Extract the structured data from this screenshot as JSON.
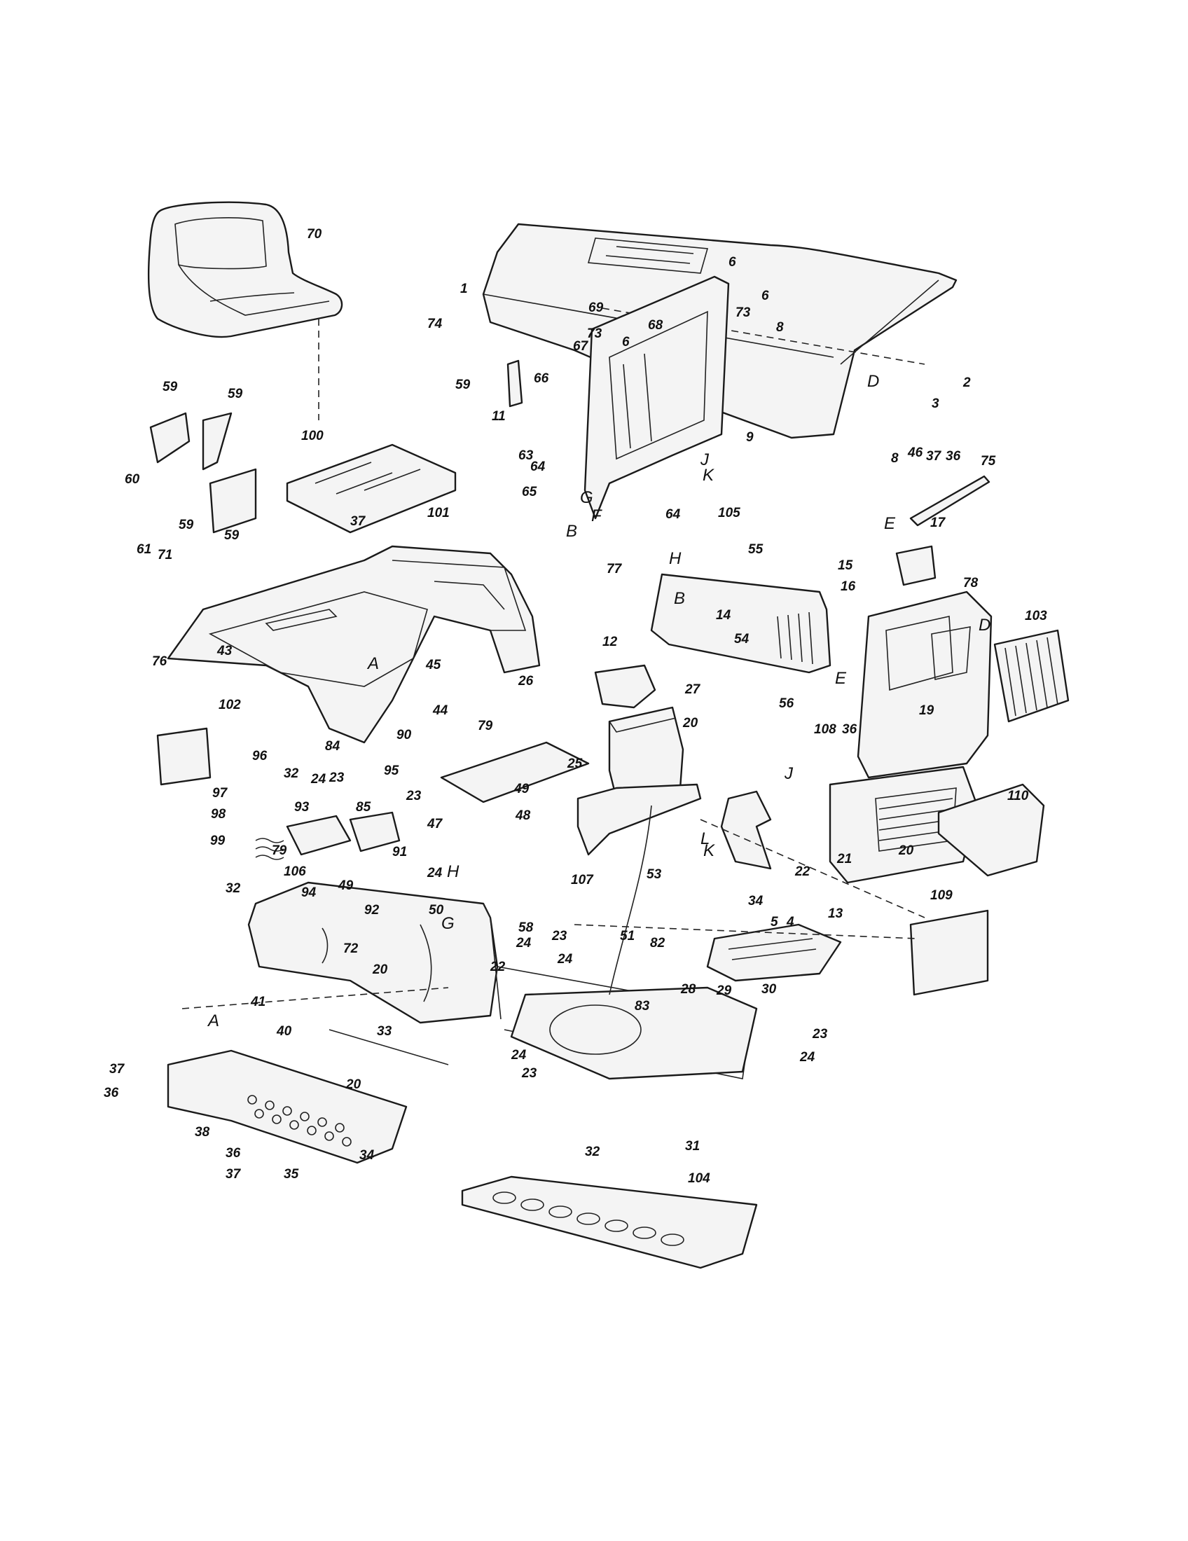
{
  "diagram": {
    "callouts": [
      {
        "id": "c1",
        "text": "70"
      },
      {
        "id": "c2",
        "text": "1"
      },
      {
        "id": "c3",
        "text": "6"
      },
      {
        "id": "c4",
        "text": "69"
      },
      {
        "id": "c5",
        "text": "73"
      },
      {
        "id": "c6",
        "text": "73"
      },
      {
        "id": "c7",
        "text": "6"
      },
      {
        "id": "c8",
        "text": "68"
      },
      {
        "id": "c9",
        "text": "74"
      },
      {
        "id": "c10",
        "text": "6"
      },
      {
        "id": "c11",
        "text": "8"
      },
      {
        "id": "c12",
        "text": "D"
      },
      {
        "id": "c13",
        "text": "3"
      },
      {
        "id": "c14",
        "text": "2"
      },
      {
        "id": "c15",
        "text": "67"
      },
      {
        "id": "c16",
        "text": "59"
      },
      {
        "id": "c17",
        "text": "66"
      },
      {
        "id": "c18",
        "text": "9"
      },
      {
        "id": "c19",
        "text": "59"
      },
      {
        "id": "c20",
        "text": "59"
      },
      {
        "id": "c21",
        "text": "60"
      },
      {
        "id": "c22",
        "text": "59"
      },
      {
        "id": "c23",
        "text": "59"
      },
      {
        "id": "c24",
        "text": "63"
      },
      {
        "id": "c25",
        "text": "64"
      },
      {
        "id": "c26",
        "text": "65"
      },
      {
        "id": "c27",
        "text": "G"
      },
      {
        "id": "c28",
        "text": "B"
      },
      {
        "id": "c29",
        "text": "F"
      },
      {
        "id": "c30",
        "text": "J"
      },
      {
        "id": "c31",
        "text": "K"
      },
      {
        "id": "c32",
        "text": "64"
      },
      {
        "id": "c33",
        "text": "105"
      },
      {
        "id": "c34",
        "text": "100"
      },
      {
        "id": "c35",
        "text": "101"
      },
      {
        "id": "c36",
        "text": "11"
      },
      {
        "id": "c37",
        "text": "37"
      },
      {
        "id": "c38",
        "text": "8"
      },
      {
        "id": "c39",
        "text": "46"
      },
      {
        "id": "c40",
        "text": "37"
      },
      {
        "id": "c41",
        "text": "36"
      },
      {
        "id": "c42",
        "text": "75"
      },
      {
        "id": "c43",
        "text": "E"
      },
      {
        "id": "c44",
        "text": "61"
      },
      {
        "id": "c45",
        "text": "71"
      },
      {
        "id": "c46",
        "text": "76"
      },
      {
        "id": "c47",
        "text": "43"
      },
      {
        "id": "c48",
        "text": "A"
      },
      {
        "id": "c49",
        "text": "45"
      },
      {
        "id": "c50",
        "text": "77"
      },
      {
        "id": "c51",
        "text": "H"
      },
      {
        "id": "c52",
        "text": "55"
      },
      {
        "id": "c53",
        "text": "B"
      },
      {
        "id": "c54",
        "text": "14"
      },
      {
        "id": "c55",
        "text": "54"
      },
      {
        "id": "c56",
        "text": "15"
      },
      {
        "id": "c57",
        "text": "16"
      },
      {
        "id": "c58",
        "text": "17"
      },
      {
        "id": "c59",
        "text": "78"
      },
      {
        "id": "c60",
        "text": "D"
      },
      {
        "id": "c61",
        "text": "103"
      },
      {
        "id": "c62",
        "text": "56"
      },
      {
        "id": "c63",
        "text": "E"
      },
      {
        "id": "c64",
        "text": "19"
      },
      {
        "id": "c65",
        "text": "108"
      },
      {
        "id": "c66",
        "text": "36"
      },
      {
        "id": "c67",
        "text": "12"
      },
      {
        "id": "c68",
        "text": "26"
      },
      {
        "id": "c69",
        "text": "27"
      },
      {
        "id": "c70",
        "text": "102"
      },
      {
        "id": "c71",
        "text": "44"
      },
      {
        "id": "c72",
        "text": "79"
      },
      {
        "id": "c73",
        "text": "20"
      },
      {
        "id": "c74",
        "text": "25"
      },
      {
        "id": "c75",
        "text": "96"
      },
      {
        "id": "c76",
        "text": "90"
      },
      {
        "id": "c77",
        "text": "84"
      },
      {
        "id": "c78",
        "text": "95"
      },
      {
        "id": "c79",
        "text": "32"
      },
      {
        "id": "c80",
        "text": "24"
      },
      {
        "id": "c81",
        "text": "23"
      },
      {
        "id": "c82",
        "text": "97"
      },
      {
        "id": "c83",
        "text": "93"
      },
      {
        "id": "c84",
        "text": "98"
      },
      {
        "id": "c85",
        "text": "85"
      },
      {
        "id": "c86",
        "text": "47"
      },
      {
        "id": "c87",
        "text": "49"
      },
      {
        "id": "c88",
        "text": "48"
      },
      {
        "id": "c89",
        "text": "99"
      },
      {
        "id": "c90",
        "text": "23"
      },
      {
        "id": "c91",
        "text": "79"
      },
      {
        "id": "c92",
        "text": "91"
      },
      {
        "id": "c93",
        "text": "106"
      },
      {
        "id": "c94",
        "text": "24"
      },
      {
        "id": "c95",
        "text": "H"
      },
      {
        "id": "c96",
        "text": "32"
      },
      {
        "id": "c97",
        "text": "94"
      },
      {
        "id": "c98",
        "text": "49"
      },
      {
        "id": "c99",
        "text": "92"
      },
      {
        "id": "c100",
        "text": "J"
      },
      {
        "id": "c101",
        "text": "L"
      },
      {
        "id": "c102",
        "text": "K"
      },
      {
        "id": "c103",
        "text": "107"
      },
      {
        "id": "c104",
        "text": "53"
      },
      {
        "id": "c105",
        "text": "22"
      },
      {
        "id": "c106",
        "text": "21"
      },
      {
        "id": "c107",
        "text": "20"
      },
      {
        "id": "c108",
        "text": "110"
      },
      {
        "id": "c109",
        "text": "50"
      },
      {
        "id": "c110",
        "text": "G"
      },
      {
        "id": "c111",
        "text": "58"
      },
      {
        "id": "c112",
        "text": "24"
      },
      {
        "id": "c113",
        "text": "23"
      },
      {
        "id": "c114",
        "text": "24"
      },
      {
        "id": "c115",
        "text": "72"
      },
      {
        "id": "c116",
        "text": "22"
      },
      {
        "id": "c117",
        "text": "51"
      },
      {
        "id": "c118",
        "text": "82"
      },
      {
        "id": "c119",
        "text": "34"
      },
      {
        "id": "c120",
        "text": "5"
      },
      {
        "id": "c121",
        "text": "4"
      },
      {
        "id": "c122",
        "text": "13"
      },
      {
        "id": "c123",
        "text": "109"
      },
      {
        "id": "c124",
        "text": "20"
      },
      {
        "id": "c125",
        "text": "41"
      },
      {
        "id": "c126",
        "text": "83"
      },
      {
        "id": "c127",
        "text": "28"
      },
      {
        "id": "c128",
        "text": "29"
      },
      {
        "id": "c129",
        "text": "30"
      },
      {
        "id": "c130",
        "text": "A"
      },
      {
        "id": "c131",
        "text": "40"
      },
      {
        "id": "c132",
        "text": "33"
      },
      {
        "id": "c133",
        "text": "23"
      },
      {
        "id": "c134",
        "text": "24"
      },
      {
        "id": "c135",
        "text": "24"
      },
      {
        "id": "c136",
        "text": "23"
      },
      {
        "id": "c137",
        "text": "37"
      },
      {
        "id": "c138",
        "text": "20"
      },
      {
        "id": "c139",
        "text": "36"
      },
      {
        "id": "c140",
        "text": "38"
      },
      {
        "id": "c141",
        "text": "36"
      },
      {
        "id": "c142",
        "text": "37"
      },
      {
        "id": "c143",
        "text": "35"
      },
      {
        "id": "c144",
        "text": "34"
      },
      {
        "id": "c145",
        "text": "32"
      },
      {
        "id": "c146",
        "text": "31"
      },
      {
        "id": "c147",
        "text": "104"
      }
    ]
  }
}
